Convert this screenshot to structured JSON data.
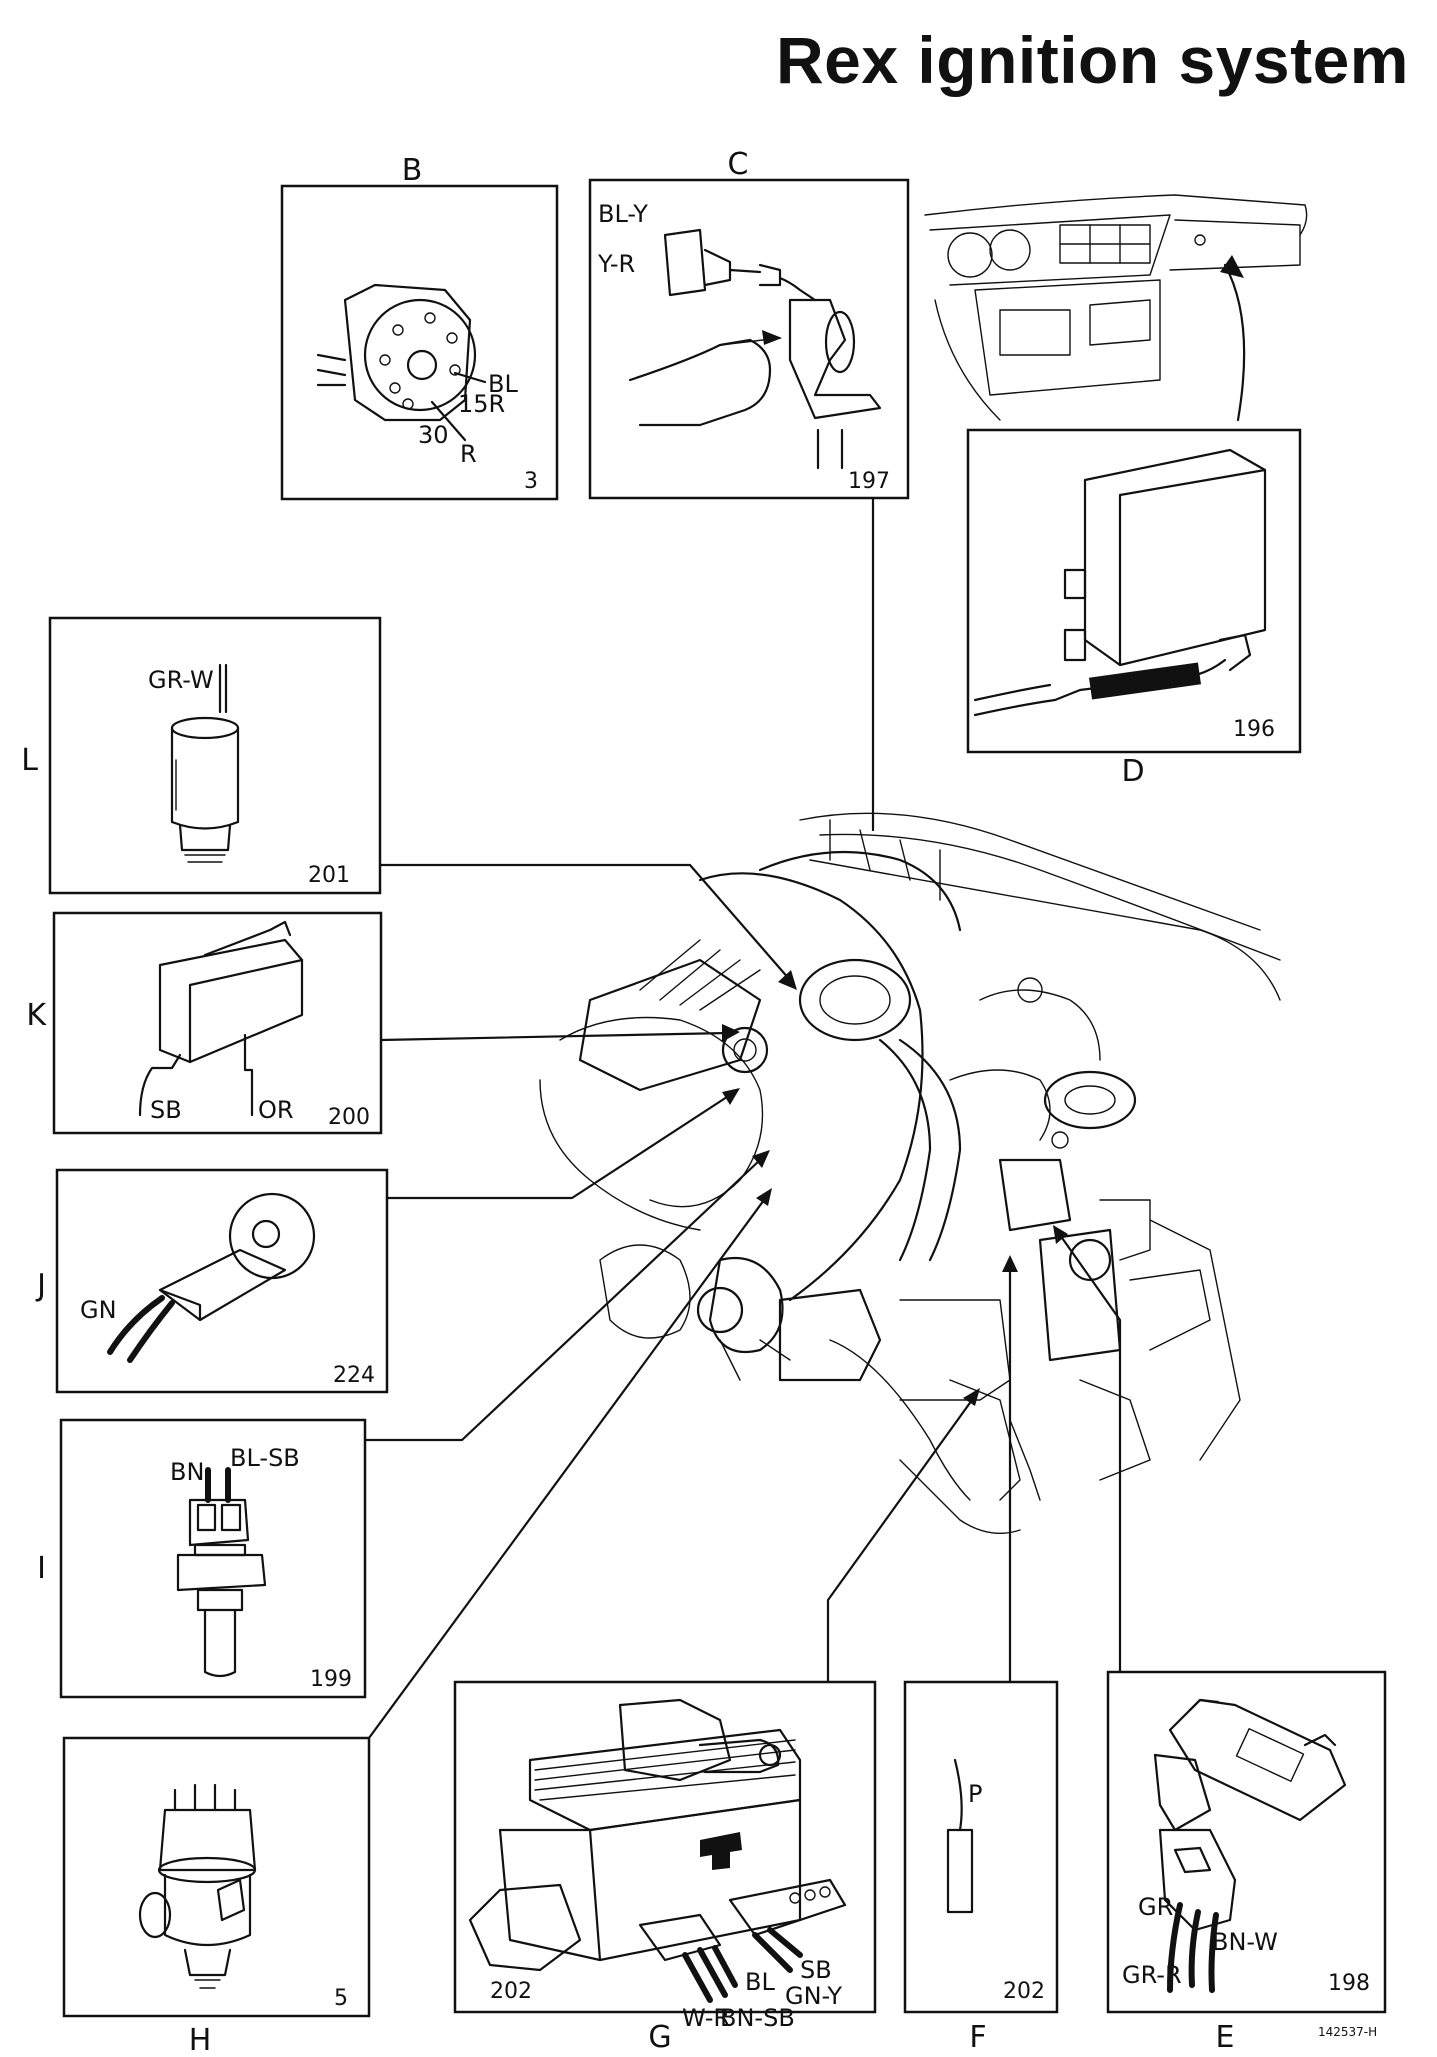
{
  "title": "Rex ignition system",
  "figure_code": "142537-H",
  "panels": {
    "B": {
      "letter": "B",
      "number": "3",
      "wires": [
        "BL",
        "15R",
        "30",
        "R"
      ]
    },
    "C": {
      "letter": "C",
      "number": "197",
      "wires": [
        "BL-Y",
        "Y-R"
      ]
    },
    "D": {
      "letter": "D",
      "number": "196"
    },
    "L": {
      "letter": "L",
      "number": "201",
      "wires": [
        "GR-W"
      ]
    },
    "K": {
      "letter": "K",
      "number": "200",
      "wires": [
        "SB",
        "OR"
      ]
    },
    "J": {
      "letter": "J",
      "number": "224",
      "wires": [
        "GN"
      ]
    },
    "I": {
      "letter": "I",
      "number": "199",
      "wires": [
        "BN",
        "BL-SB"
      ]
    },
    "H": {
      "letter": "H",
      "number": "5"
    },
    "G": {
      "letter": "G",
      "number": "202",
      "wires": [
        "SB",
        "BL",
        "GN-Y",
        "W-R",
        "BN-SB"
      ]
    },
    "F": {
      "letter": "F",
      "number": "202",
      "wires": [
        "P"
      ]
    },
    "E": {
      "letter": "E",
      "number": "198",
      "wires": [
        "GR",
        "GR-R",
        "BN-W"
      ]
    }
  },
  "icons": {
    "ignition_switch": "ignition-switch-icon",
    "hall_sensor": "hall-sensor-icon",
    "dashboard": "dashboard-icon",
    "control_unit": "control-unit-icon",
    "temperature_sender": "temperature-sender-icon",
    "throttle_switch": "throttle-switch-icon",
    "knock_sensor": "knock-sensor-icon",
    "coolant_sensor": "coolant-sensor-icon",
    "distributor": "distributor-icon",
    "ignition_coil": "ignition-coil-icon",
    "pressure_hose": "pressure-hose-icon",
    "relay": "relay-icon",
    "engine_bay": "engine-bay-icon"
  }
}
